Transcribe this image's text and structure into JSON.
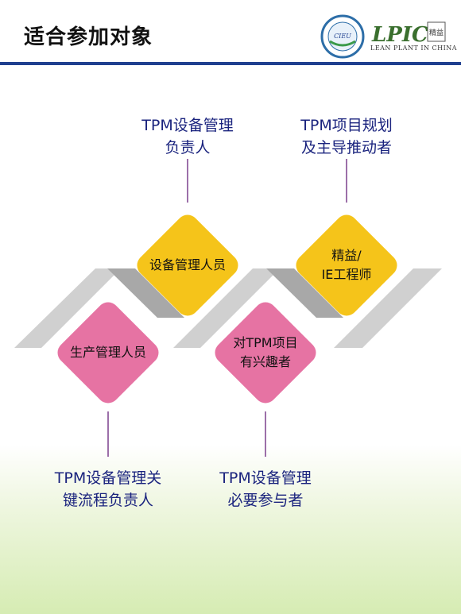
{
  "header": {
    "title": "适合参加对象",
    "logo_cieu_text": "CIEU",
    "logo_lpic_text": "LPIC",
    "logo_lpic_tag": "精益",
    "logo_lpic_subtitle": "LEAN PLANT IN CHINA"
  },
  "diamonds": [
    {
      "label": "设备管理人员",
      "color": "#f5c41a"
    },
    {
      "label": "精益/\nIE工程师",
      "color": "#f5c41a"
    },
    {
      "label": "生产管理人员",
      "color": "#e673a3"
    },
    {
      "label": "对TPM项目\n有兴趣者",
      "color": "#e673a3"
    }
  ],
  "captions": [
    {
      "text": "TPM设备管理\n负责人"
    },
    {
      "text": "TPM项目规划\n及主导推动者"
    },
    {
      "text": "TPM设备管理关\n键流程负责人"
    },
    {
      "text": "TPM设备管理\n必要参与者"
    }
  ],
  "colors": {
    "title_rule": "#1f3f8f",
    "caption_text": "#1a237e",
    "connector": "#7b3f8c",
    "ribbon_light": "#d0d0d0",
    "ribbon_dark": "#a8a8a8"
  }
}
